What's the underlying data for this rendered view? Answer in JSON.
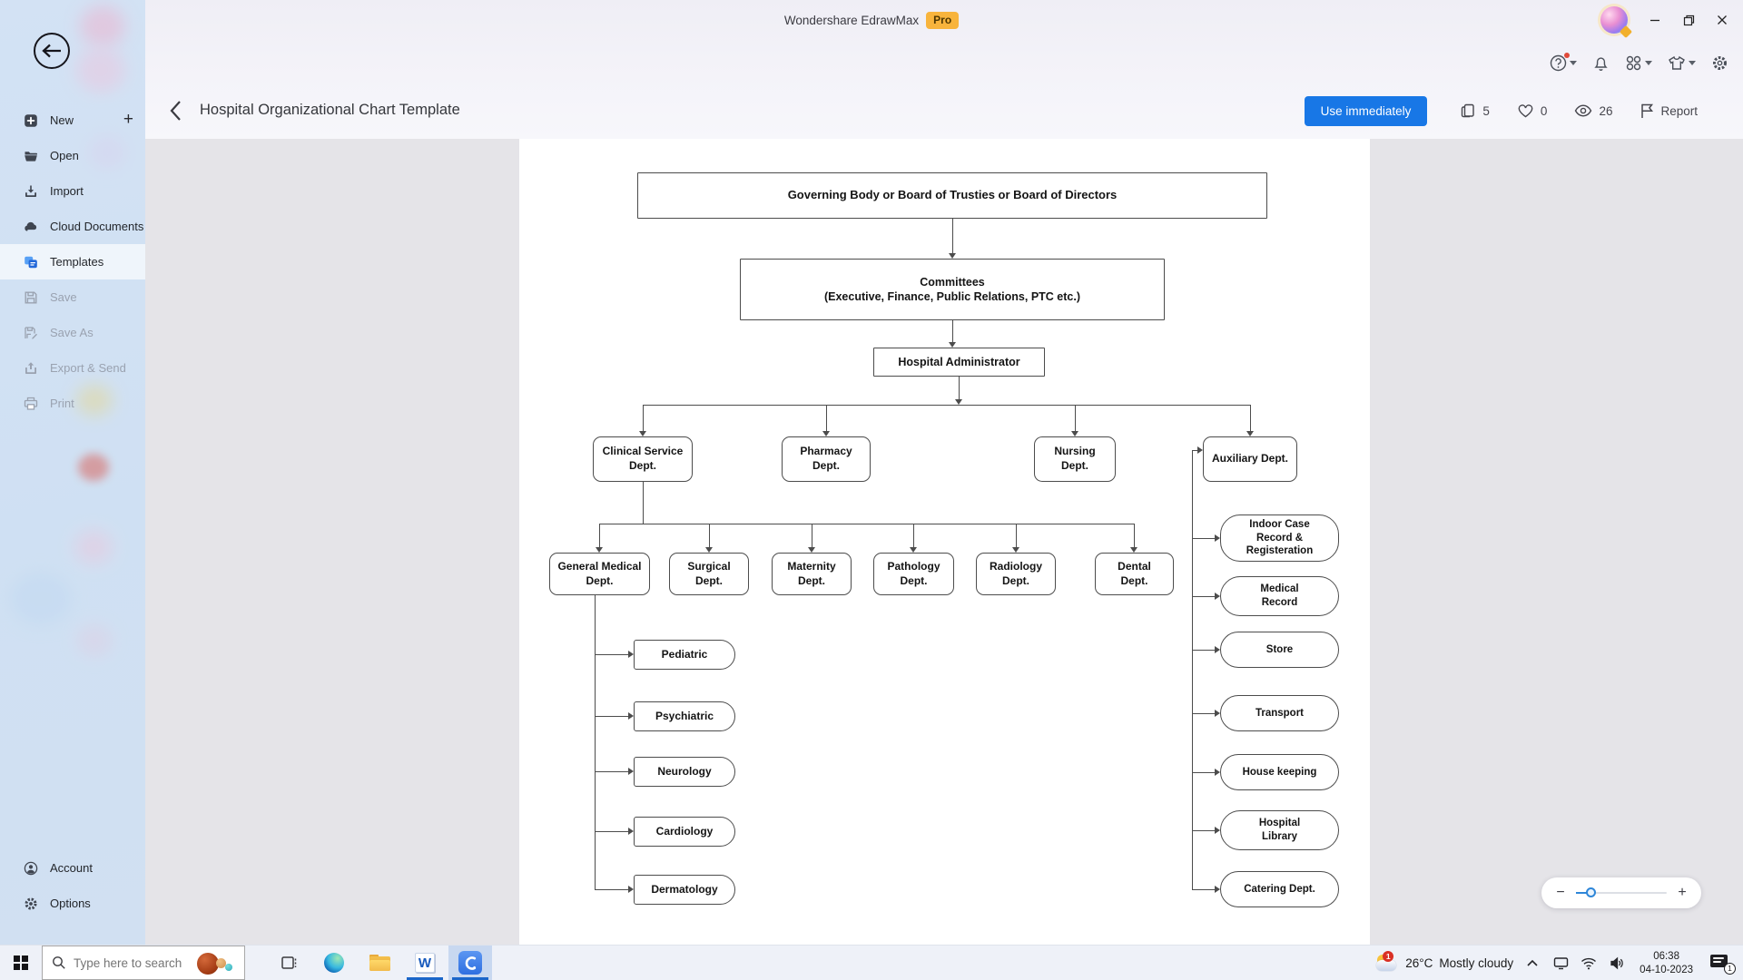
{
  "window": {
    "app_title": "Wondershare EdrawMax",
    "pro_badge": "Pro"
  },
  "sidebar": {
    "items": [
      {
        "label": "New",
        "icon": "new",
        "state": "normal",
        "trailing": "+"
      },
      {
        "label": "Open",
        "icon": "open",
        "state": "normal"
      },
      {
        "label": "Import",
        "icon": "import",
        "state": "normal"
      },
      {
        "label": "Cloud Documents",
        "icon": "cloud",
        "state": "normal"
      },
      {
        "label": "Templates",
        "icon": "templates",
        "state": "active"
      },
      {
        "label": "Save",
        "icon": "save",
        "state": "disabled"
      },
      {
        "label": "Save As",
        "icon": "save-as",
        "state": "disabled"
      },
      {
        "label": "Export & Send",
        "icon": "export",
        "state": "disabled"
      },
      {
        "label": "Print",
        "icon": "print",
        "state": "disabled"
      }
    ],
    "footer_items": [
      {
        "label": "Account",
        "icon": "account"
      },
      {
        "label": "Options",
        "icon": "options"
      }
    ]
  },
  "header": {
    "doc_title": "Hospital Organizational Chart Template",
    "use_button": "Use immediately",
    "stats": [
      {
        "icon": "pages",
        "value": "5"
      },
      {
        "icon": "heart",
        "value": "0"
      },
      {
        "icon": "eye",
        "value": "26"
      },
      {
        "icon": "flag",
        "value": "Report"
      }
    ]
  },
  "diagram": {
    "governing": "Governing Body or Board of Trusties or Board of Directors",
    "committees": "Committees\n(Executive, Finance, Public Relations, PTC etc.)",
    "administrator": "Hospital Administrator",
    "departments": [
      "Clinical Service\nDept.",
      "Pharmacy\nDept.",
      "Nursing\nDept.",
      "Auxiliary Dept."
    ],
    "clinical_sub_departments": [
      "General Medical\nDept.",
      "Surgical\nDept.",
      "Maternity\nDept.",
      "Pathology\nDept.",
      "Radiology\nDept.",
      "Dental\nDept."
    ],
    "general_medical_units": [
      "Pediatric",
      "Psychiatric",
      "Neurology",
      "Cardiology",
      "Dermatology"
    ],
    "auxiliary_units": [
      "Indoor Case\nRecord &\nRegisteration",
      "Medical\nRecord",
      "Store",
      "Transport",
      "House keeping",
      "Hospital\nLibrary",
      "Catering Dept."
    ]
  },
  "zoom_control": {
    "minus": "−",
    "plus": "+"
  },
  "taskbar": {
    "search_placeholder": "Type here to search",
    "weather": {
      "temp": "26°C",
      "desc": "Mostly cloudy",
      "badge": "1"
    },
    "clock": {
      "time": "06:38",
      "date": "04-10-2023"
    },
    "notification_badge": "1"
  }
}
